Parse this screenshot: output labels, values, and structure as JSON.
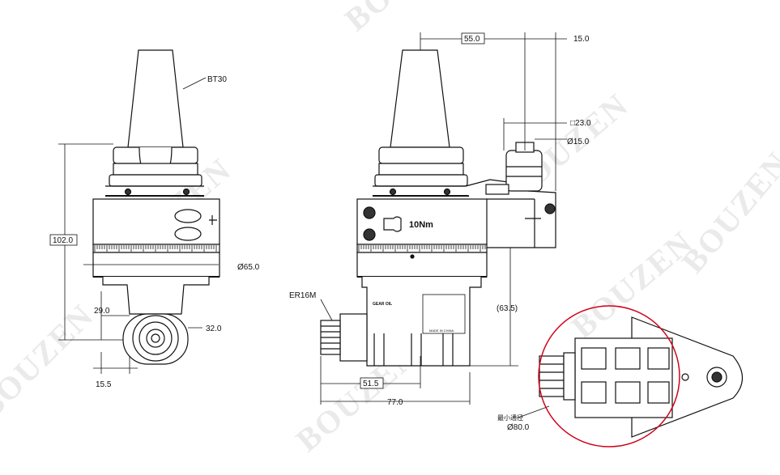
{
  "watermark": "BOUZEN",
  "left_view": {
    "taper_label": "BT30",
    "height_dim": "102.0",
    "diameter_dim": "Ø65.0",
    "dim_29": "29.0",
    "dim_32": "32.0",
    "dim_15_5": "15.5"
  },
  "center_view": {
    "dim_55": "55.0",
    "dim_15": "15.0",
    "square_dim": "□23.0",
    "dia15_dim": "Ø15.0",
    "torque_label": "10Nm",
    "collet_label": "ER16M",
    "dim_63_5": "(63.5)",
    "dim_51_5": "51.5",
    "dim_77": "77.0",
    "plate_title": "GEAR OIL",
    "plate_line_1": "MADE IN CHINA"
  },
  "detail_view": {
    "min_dia_label": "最小通径",
    "min_dia_value": "Ø80.0"
  },
  "colors": {
    "line": "#111111",
    "detail_circle": "#d0021b",
    "watermark": "#d9d9d9"
  }
}
